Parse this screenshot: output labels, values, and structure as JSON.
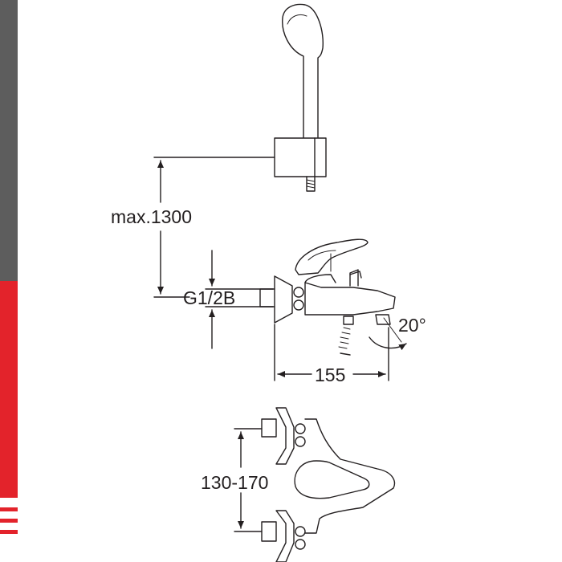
{
  "dimensions": {
    "max_height": "max.1300",
    "thread": "G1/2B",
    "angle": "20°",
    "spout_length": "155",
    "centers": "130-170"
  },
  "colors": {
    "band_grey": "#5d5d5d",
    "band_red": "#e3232b",
    "line": "#231f20"
  }
}
